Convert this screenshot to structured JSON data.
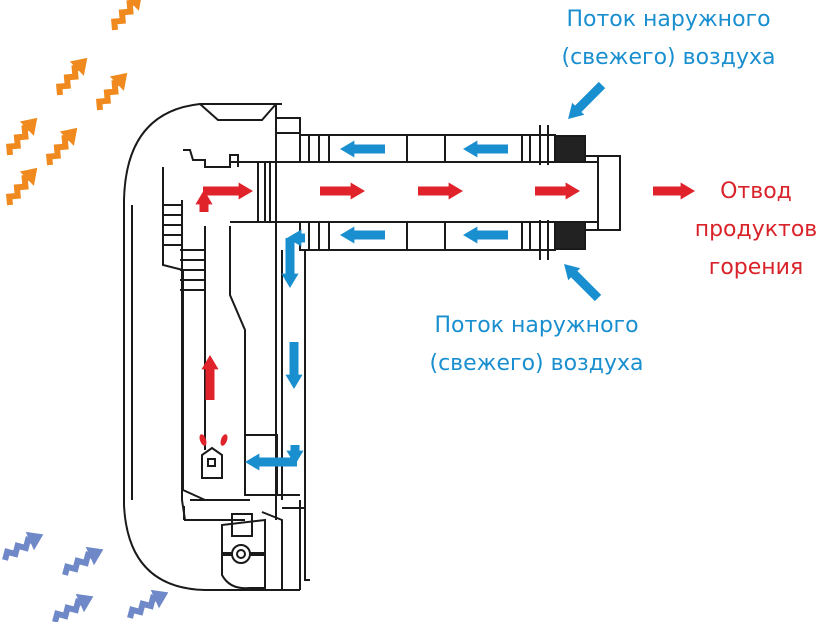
{
  "labels": {
    "fresh_air_top": {
      "line1": "Поток наружного",
      "line2": "(свежего) воздуха"
    },
    "fresh_air_bottom": {
      "line1": "Поток наружного",
      "line2": "(свежего) воздуха"
    },
    "exhaust": {
      "line1": "Отвод",
      "line2": "продуктов",
      "line3": "горения"
    }
  },
  "colors": {
    "fresh_air": "#1a8fd0",
    "exhaust": "#e0232a",
    "warm_air": "#f08a1e",
    "room_air": "#6f88c8",
    "outline": "#1a1a1a"
  },
  "icons": [
    "wavy-warm-air-arrow",
    "wavy-cold-air-arrow",
    "flame-burner-icon",
    "fan-icon"
  ]
}
